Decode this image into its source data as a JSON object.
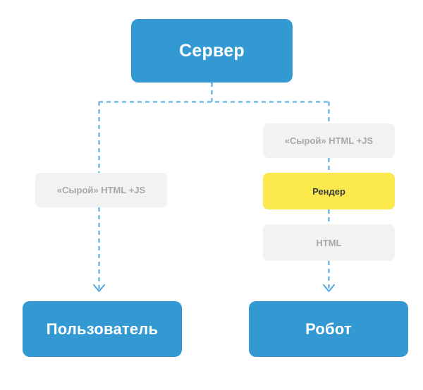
{
  "diagram": {
    "type": "flow",
    "background_color": "#FFFFFF",
    "palette": {
      "primary": "#3399D3",
      "primary_text": "#FFFFFF",
      "muted_box": "#F2F2F2",
      "muted_text": "#A8A8A8",
      "highlight_box": "#FBE94E",
      "highlight_text": "#3C3C3C",
      "connector": "#4FA8DC"
    },
    "nodes": {
      "server": {
        "label": "Сервер",
        "style": "primary"
      },
      "left_raw": {
        "label": "«Сырой» HTML +JS",
        "style": "muted"
      },
      "user": {
        "label": "Пользователь",
        "style": "primary"
      },
      "right_raw": {
        "label": "«Сырой» HTML +JS",
        "style": "muted"
      },
      "render": {
        "label": "Рендер",
        "style": "highlight"
      },
      "html": {
        "label": "HTML",
        "style": "muted"
      },
      "robot": {
        "label": "Робот",
        "style": "primary"
      }
    },
    "edges": [
      {
        "from": "server",
        "to": "left_raw",
        "style": "dashed"
      },
      {
        "from": "left_raw",
        "to": "user",
        "style": "dashed",
        "arrow": true
      },
      {
        "from": "server",
        "to": "right_raw",
        "style": "dashed"
      },
      {
        "from": "right_raw",
        "to": "render",
        "style": "dashed"
      },
      {
        "from": "render",
        "to": "html",
        "style": "dashed"
      },
      {
        "from": "html",
        "to": "robot",
        "style": "dashed",
        "arrow": true
      }
    ]
  }
}
